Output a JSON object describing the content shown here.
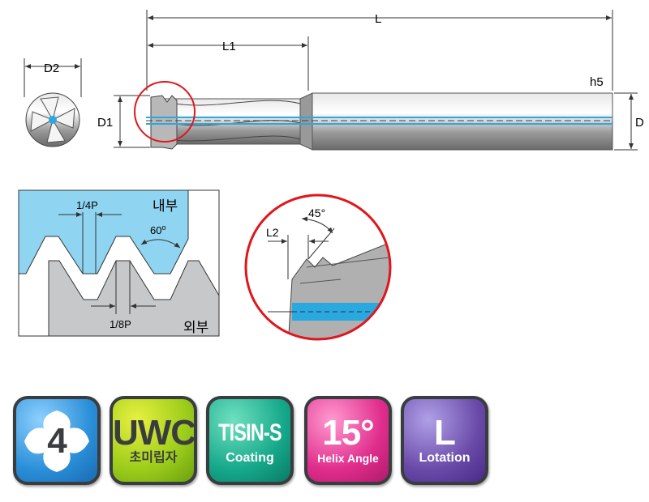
{
  "dimensions": {
    "L": "L",
    "L1": "L1",
    "D": "D",
    "D1": "D1",
    "D2": "D2",
    "h5": "h5",
    "L2": "L2",
    "angle_45": "45°"
  },
  "thread": {
    "quarter_pitch": "1/4P",
    "eighth_pitch": "1/8P",
    "angle": "60",
    "degree": "o",
    "internal": "내부",
    "external": "외부"
  },
  "badges": [
    {
      "big": "4",
      "small": "",
      "color": "#2a8fd8"
    },
    {
      "big": "UWC",
      "small": "초미립자",
      "color": "#9ccc1a"
    },
    {
      "big": "TISIN-S",
      "small": "Coating",
      "color": "#16a88a"
    },
    {
      "big": "15°",
      "small": "Helix Angle",
      "color": "#e02d8c"
    },
    {
      "big": "L",
      "small": "Lotation",
      "color": "#6a4aa8"
    }
  ],
  "colors": {
    "blue": "#8fd4f0",
    "gray": "#c6c8ca",
    "red": "#e0161c",
    "coolant": "#2aa8e0"
  }
}
